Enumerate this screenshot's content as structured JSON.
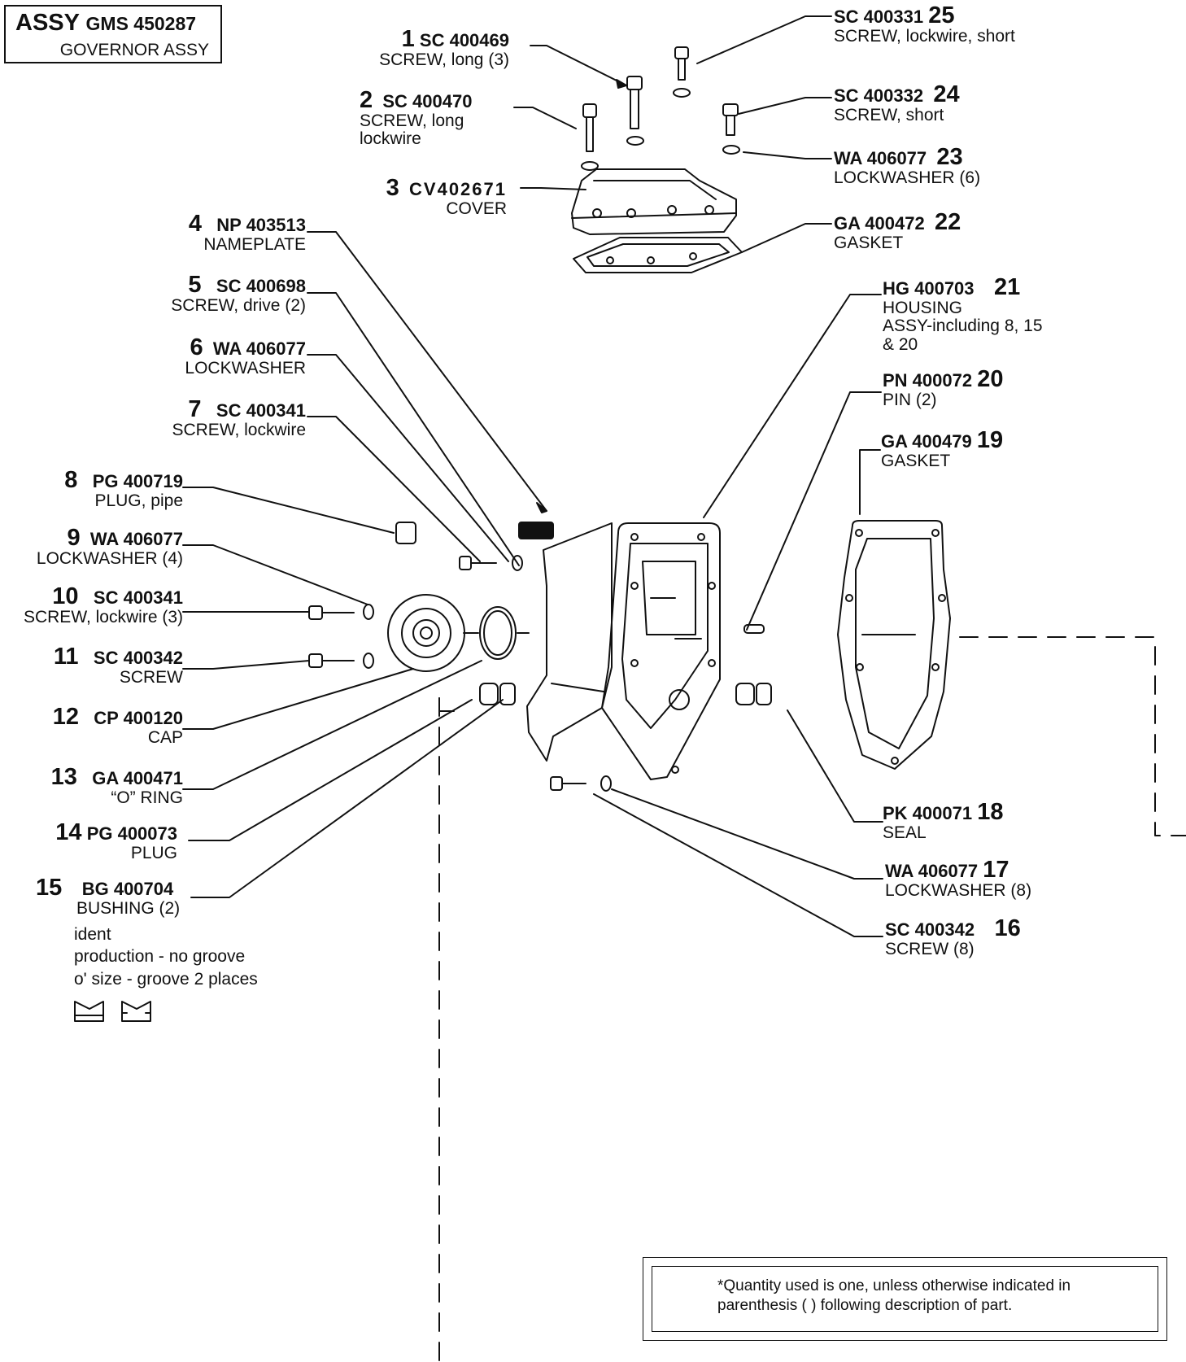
{
  "assembly": {
    "prefix": "ASSY",
    "number": "GMS 450287",
    "name": "GOVERNOR ASSY"
  },
  "parts": [
    {
      "item": "1",
      "part_no": "SC 400469",
      "desc": [
        "SCREW, long (3)"
      ]
    },
    {
      "item": "2",
      "part_no": "SC 400470",
      "desc": [
        "SCREW, long",
        "lockwire"
      ]
    },
    {
      "item": "3",
      "part_no": "CV402671",
      "desc": [
        "COVER"
      ]
    },
    {
      "item": "4",
      "part_no": "NP 403513",
      "desc": [
        "NAMEPLATE"
      ]
    },
    {
      "item": "5",
      "part_no": "SC 400698",
      "desc": [
        "SCREW, drive (2)"
      ]
    },
    {
      "item": "6",
      "part_no": "WA 406077",
      "desc": [
        "LOCKWASHER"
      ]
    },
    {
      "item": "7",
      "part_no": "SC 400341",
      "desc": [
        "SCREW, lockwire"
      ]
    },
    {
      "item": "8",
      "part_no": "PG 400719",
      "desc": [
        "PLUG, pipe"
      ]
    },
    {
      "item": "9",
      "part_no": "WA 406077",
      "desc": [
        "LOCKWASHER (4)"
      ]
    },
    {
      "item": "10",
      "part_no": "SC 400341",
      "desc": [
        "SCREW, lockwire (3)"
      ]
    },
    {
      "item": "11",
      "part_no": "SC 400342",
      "desc": [
        "SCREW"
      ]
    },
    {
      "item": "12",
      "part_no": "CP 400120",
      "desc": [
        "CAP"
      ]
    },
    {
      "item": "13",
      "part_no": "GA 400471",
      "desc": [
        "“O” RING"
      ]
    },
    {
      "item": "14",
      "part_no": "PG 400073",
      "desc": [
        "PLUG"
      ]
    },
    {
      "item": "15",
      "part_no": "BG 400704",
      "desc": [
        "BUSHING (2)"
      ]
    },
    {
      "item": "16",
      "part_no": "SC 400342",
      "desc": [
        "SCREW (8)"
      ]
    },
    {
      "item": "17",
      "part_no": "WA 406077",
      "desc": [
        "LOCKWASHER (8)"
      ]
    },
    {
      "item": "18",
      "part_no": "PK 400071",
      "desc": [
        "SEAL"
      ]
    },
    {
      "item": "19",
      "part_no": "GA 400479",
      "desc": [
        "GASKET"
      ]
    },
    {
      "item": "20",
      "part_no": "PN 400072",
      "desc": [
        "PIN (2)"
      ]
    },
    {
      "item": "21",
      "part_no": "HG 400703",
      "desc": [
        "HOUSING",
        "ASSY-including 8, 15",
        "& 20"
      ]
    },
    {
      "item": "22",
      "part_no": "GA 400472",
      "desc": [
        "GASKET"
      ]
    },
    {
      "item": "23",
      "part_no": "WA 406077",
      "desc": [
        "LOCKWASHER (6)"
      ]
    },
    {
      "item": "24",
      "part_no": "SC 400332",
      "desc": [
        "SCREW, short"
      ]
    },
    {
      "item": "25",
      "part_no": "SC 400331",
      "desc": [
        "SCREW, lockwire, short"
      ]
    }
  ],
  "bushing_note": [
    "ident",
    "production - no groove",
    "o' size - groove 2 places"
  ],
  "footnote": [
    "*Quantity used is one, unless otherwise indicated in",
    "parenthesis (     ) following description of part."
  ]
}
